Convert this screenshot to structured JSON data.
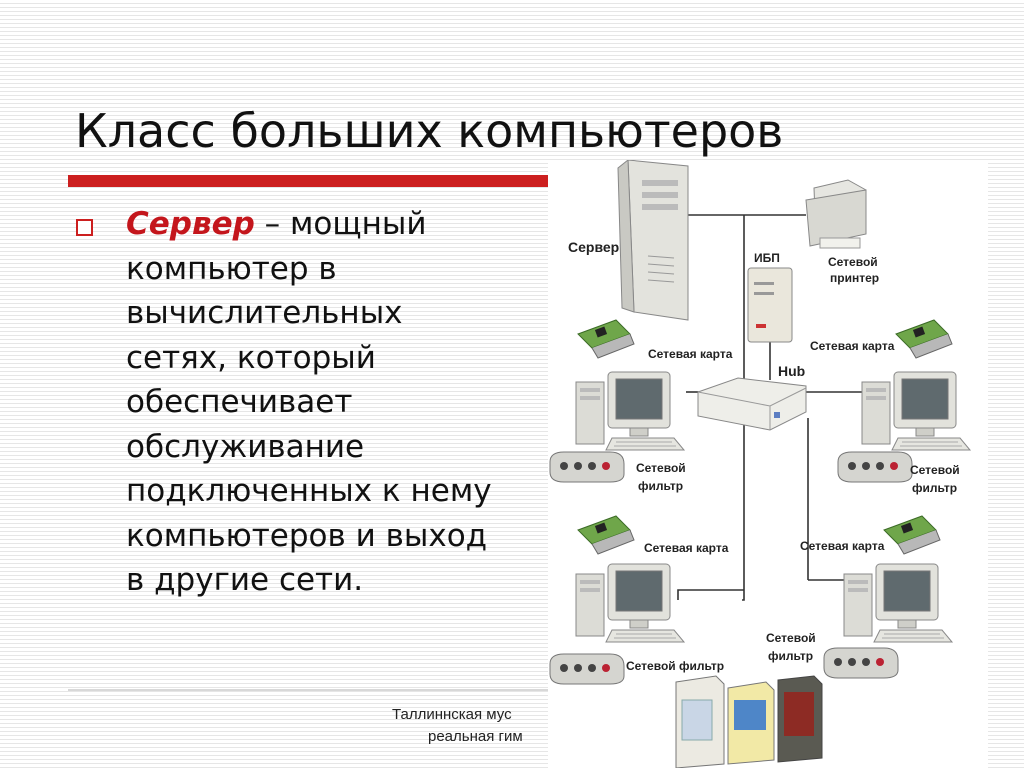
{
  "slide": {
    "title": "Класс больших компьютеров",
    "body": {
      "term": "Сервер",
      "rest": " – мощный компьютер в вычислительных сетях, который обеспечивает обслуживание подключенных к нему компьютеров и выход в другие сети."
    },
    "footer": {
      "line1": "Таллиннская мус",
      "line2": "реальная гим"
    }
  },
  "diagram": {
    "labels": {
      "server": "Сервер",
      "ups": "ИБП",
      "printer_line1": "Сетевой",
      "printer_line2": "принтер",
      "hub": "Hub",
      "card_tl": "Сетевая карта",
      "card_tr": "Сетевая карта",
      "card_bl": "Сетевая карта",
      "card_br": "Сетевая карта",
      "filter_tl_1": "Сетевой",
      "filter_tl_2": "фильтр",
      "filter_tr_1": "Сетевой",
      "filter_tr_2": "фильтр",
      "filter_bl": "Сетевой фильтр",
      "filter_br_1": "Сетевой",
      "filter_br_2": "фильтр"
    }
  },
  "colors": {
    "accent": "#cc1f1f",
    "term": "#c4161c",
    "stripes": "#e6e6e6"
  }
}
